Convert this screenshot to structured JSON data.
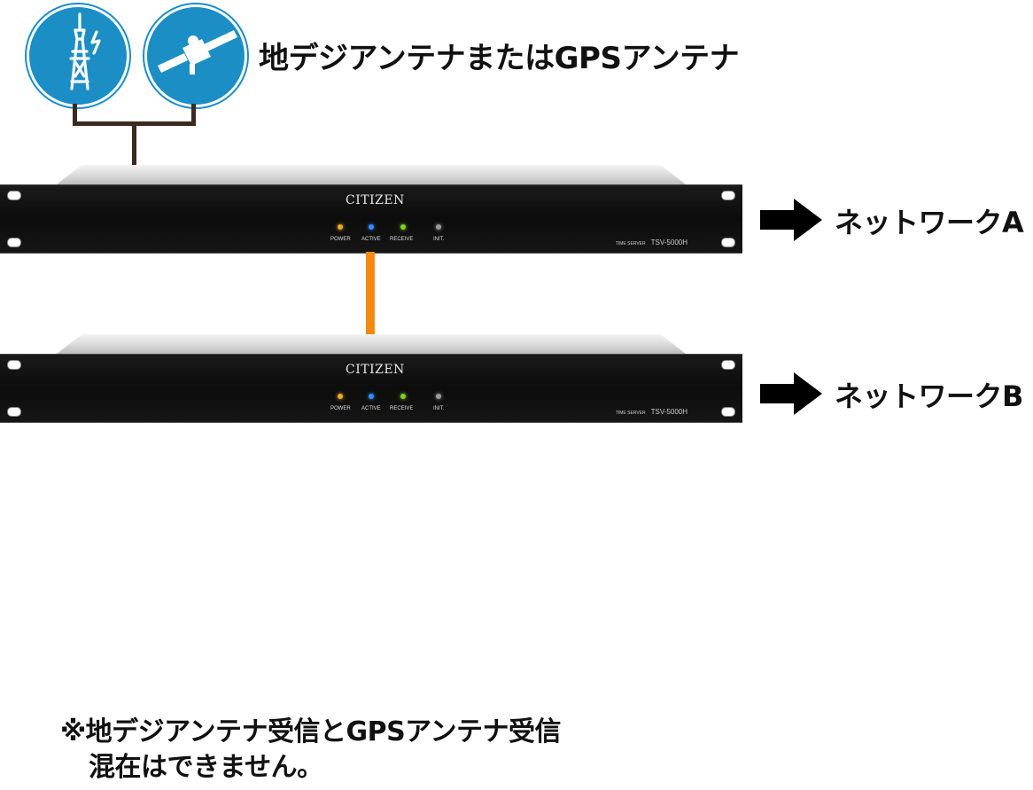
{
  "antenna": {
    "icons": [
      "tv-tower-icon",
      "satellite-icon"
    ],
    "label": "地デジアンテナまたはGPSアンテナ",
    "circle_color": "#1c8ec6"
  },
  "servers": [
    {
      "brand": "CITIZEN",
      "leds": [
        {
          "label": "POWER",
          "color": "#f5a623"
        },
        {
          "label": "ACTIVE",
          "color": "#2f8fff"
        },
        {
          "label": "RECEIVE",
          "color": "#7ed321"
        },
        {
          "label": "INIT.",
          "color": "#9a9a9a"
        }
      ],
      "model_prefix": "TIME SERVER",
      "model": "TSV-5000H",
      "network_label": "ネットワークA"
    },
    {
      "brand": "CITIZEN",
      "leds": [
        {
          "label": "POWER",
          "color": "#f5a623"
        },
        {
          "label": "ACTIVE",
          "color": "#2f8fff"
        },
        {
          "label": "RECEIVE",
          "color": "#7ed321"
        },
        {
          "label": "INIT.",
          "color": "#9a9a9a"
        }
      ],
      "model_prefix": "TIME SERVER",
      "model": "TSV-5000H",
      "network_label": "ネットワークB"
    }
  ],
  "link_cable_color": "#f28a12",
  "note": {
    "line1": "※地デジアンテナ受信とGPSアンテナ受信",
    "line2": "混在はできません。"
  }
}
